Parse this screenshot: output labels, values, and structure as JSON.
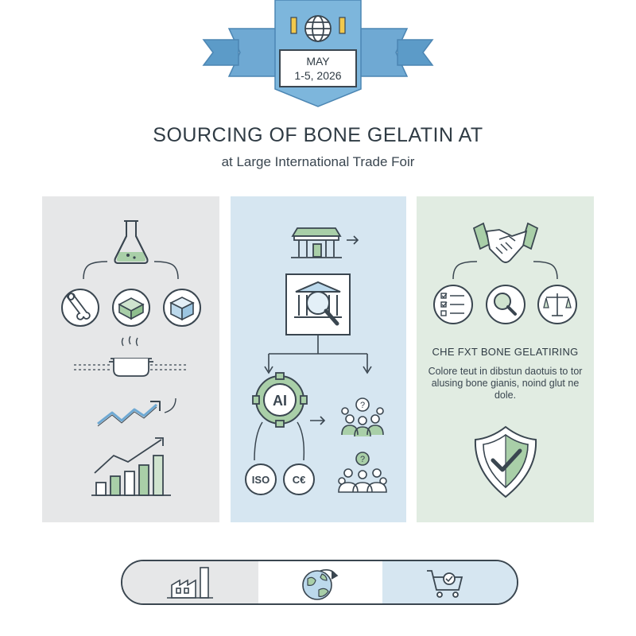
{
  "banner": {
    "date_line1": "MAY",
    "date_line2": "1-5, 2026",
    "icon": "globe-icon"
  },
  "title": "SOURCING OF BONE GELATIN AT",
  "subtitle": "at Large International Trade Foir",
  "panels": {
    "left": {
      "icons": [
        "flask-icon",
        "bone-icon",
        "gelatin-block-icon",
        "cube-icon",
        "cooking-pot-icon",
        "trend-arrow-icon",
        "growth-bar-chart-icon"
      ]
    },
    "middle": {
      "icons": [
        "trade-booth-icon",
        "arrow-right-icon",
        "inspection-magnifier-icon",
        "ai-gear-icon",
        "team-question-icon",
        "iso-badge-icon",
        "ce-badge-icon",
        "crowd-question-icon"
      ],
      "ai_label": "AI",
      "iso_label": "ISO",
      "ce_label": "C€"
    },
    "right": {
      "icons": [
        "handshake-icon",
        "checklist-icon",
        "magnifier-icon",
        "scales-icon",
        "shield-check-icon"
      ],
      "heading": "CHE FXT BONE GELATIRING",
      "body": "Colore teut in dibstun daotuis to tor alusing bone gianis, noind glut ne dole."
    }
  },
  "bottom_bar": {
    "icons": [
      "factory-icon",
      "globe-arrow-icon",
      "shopping-cart-icon"
    ]
  },
  "colors": {
    "banner_blue": "#7db6dc",
    "banner_blue_dark": "#5c9bc8",
    "panel_gray": "#e6e7e8",
    "panel_blue": "#d6e6f1",
    "panel_green": "#e1ece2",
    "accent_green": "#a9cfa8",
    "accent_yellow": "#f2c94c",
    "stroke": "#3a4650"
  }
}
